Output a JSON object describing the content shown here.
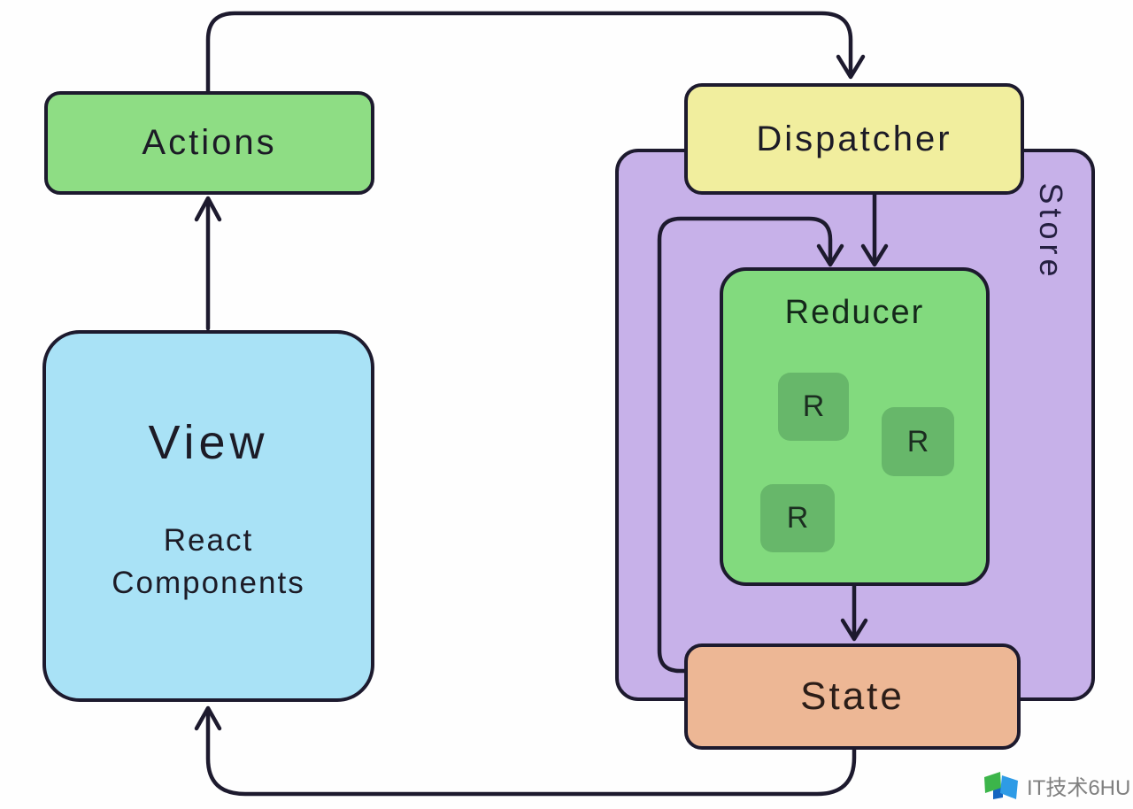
{
  "diagram": {
    "nodes": {
      "actions": {
        "label": "Actions"
      },
      "view": {
        "title": "View",
        "subtitle_lines": [
          "React",
          "Components"
        ]
      },
      "dispatcher": {
        "label": "Dispatcher"
      },
      "store": {
        "label": "Store"
      },
      "reducer": {
        "label": "Reducer",
        "items": [
          {
            "label": "R"
          },
          {
            "label": "R"
          },
          {
            "label": "R"
          }
        ]
      },
      "state": {
        "label": "State"
      }
    },
    "colors": {
      "actions_fill": "#8edd84",
      "view_fill": "#a9e2f6",
      "dispatcher_fill": "#f1ee9e",
      "store_fill": "#c7b1e9",
      "reducer_fill": "#82da7e",
      "reducer_item_fill": "#67b76a",
      "state_fill": "#edb795",
      "line": "#1d1a2e",
      "watermark_text": "#808080"
    }
  },
  "watermark": {
    "text": "IT技术6HU",
    "logo_green": "#3cb54a",
    "logo_blue": "#2e9be6",
    "logo_dark_blue": "#1565c0"
  }
}
